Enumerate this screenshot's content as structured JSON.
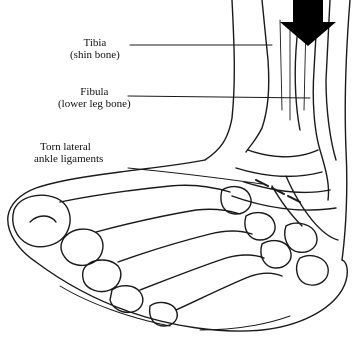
{
  "labels": {
    "tibia": {
      "name": "Tibia",
      "desc": "(shin bone)"
    },
    "fibula": {
      "name": "Fibula",
      "desc": "(lower leg bone)"
    },
    "ligaments": {
      "line1": "Torn lateral",
      "line2": "ankle ligaments"
    }
  },
  "colors": {
    "ink": "#1a1a1a",
    "arrow": "#000000",
    "background": "#ffffff"
  }
}
